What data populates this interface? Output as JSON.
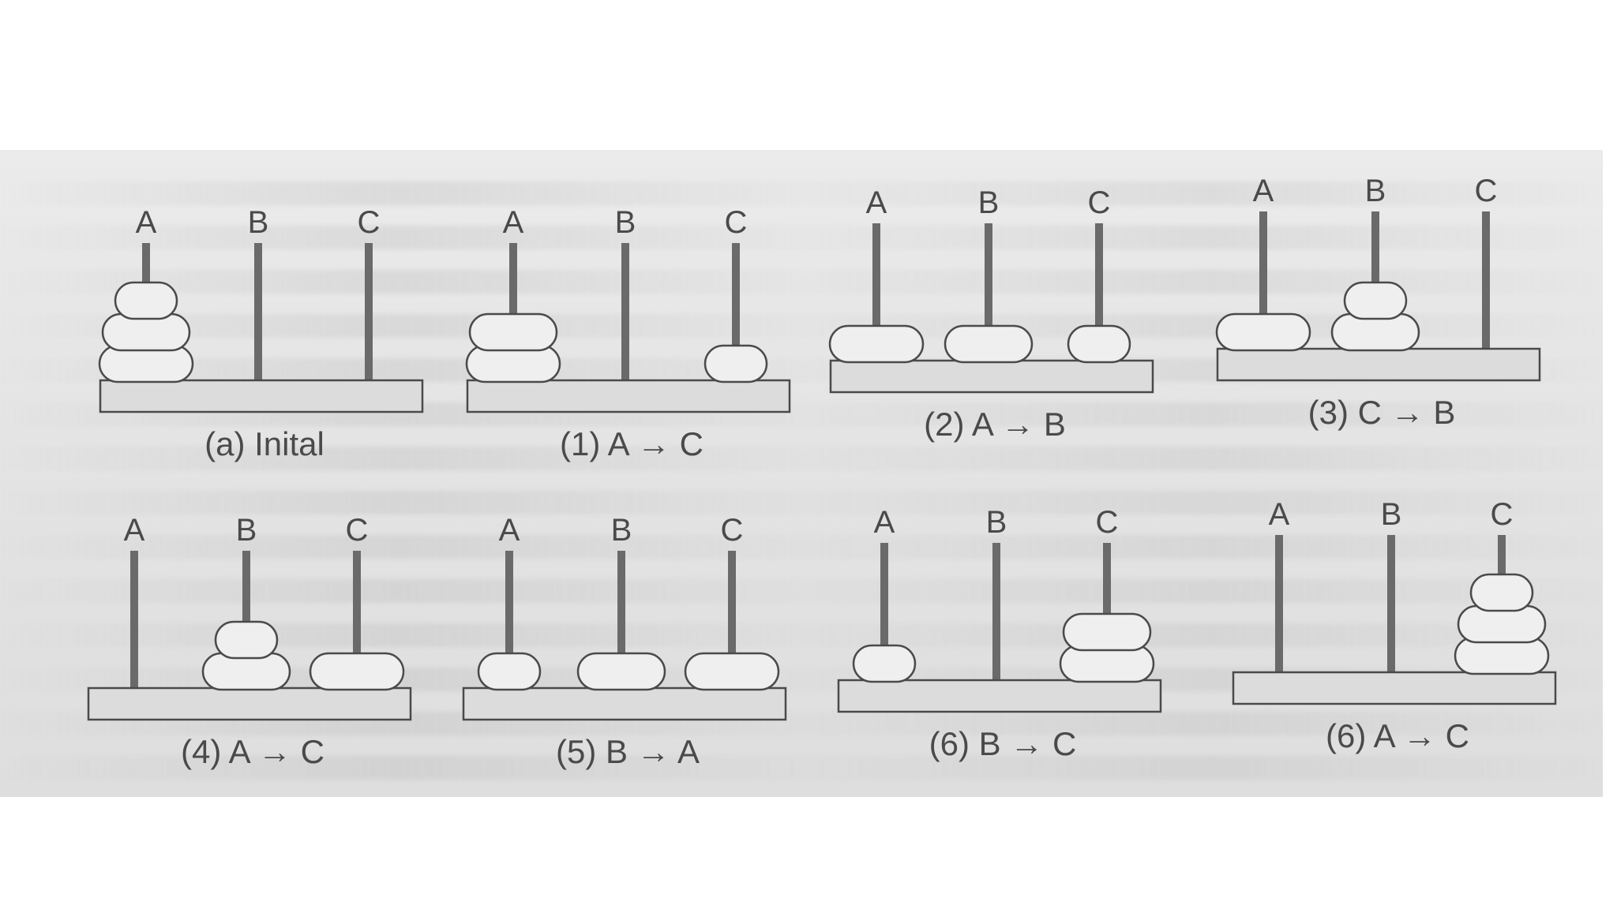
{
  "peg_names": [
    "A",
    "B",
    "C"
  ],
  "panels": [
    {
      "caption": "(a) Inital",
      "pegs": {
        "A": [
          3,
          2,
          1
        ],
        "B": [],
        "C": []
      }
    },
    {
      "caption": "(1) A → C",
      "pegs": {
        "A": [
          3,
          2
        ],
        "B": [],
        "C": [
          1
        ]
      }
    },
    {
      "caption": "(2) A → B",
      "pegs": {
        "A": [
          3
        ],
        "B": [
          2
        ],
        "C": [
          1
        ]
      }
    },
    {
      "caption": "(3) C → B",
      "pegs": {
        "A": [
          3
        ],
        "B": [
          2,
          1
        ],
        "C": []
      }
    },
    {
      "caption": "(4) A → C",
      "pegs": {
        "A": [],
        "B": [
          2,
          1
        ],
        "C": [
          3
        ]
      }
    },
    {
      "caption": "(5) B → A",
      "pegs": {
        "A": [
          1
        ],
        "B": [
          2
        ],
        "C": [
          3
        ]
      }
    },
    {
      "caption": "(6) B → C",
      "pegs": {
        "A": [
          1
        ],
        "B": [],
        "C": [
          3,
          2
        ]
      }
    },
    {
      "caption": "(6) A → C",
      "pegs": {
        "A": [],
        "B": [],
        "C": [
          3,
          2,
          1
        ]
      }
    }
  ],
  "colors": {
    "ink": "#4a4a4a",
    "disk_fill": "#efefef",
    "base_fill": "#dcdcdc",
    "paper": "#e6e6e6"
  }
}
